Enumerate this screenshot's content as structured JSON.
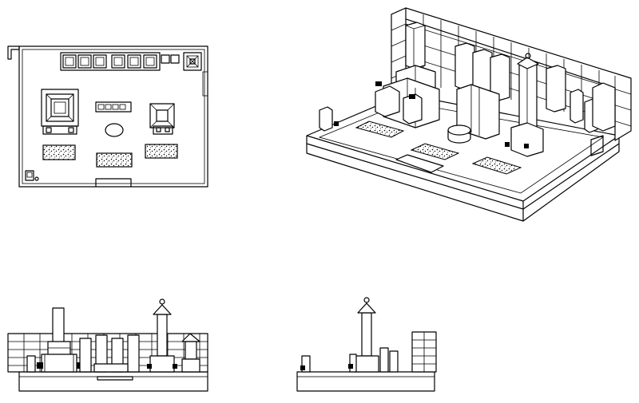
{
  "drawing": {
    "views": [
      {
        "id": "plan",
        "kind": "top plan view"
      },
      {
        "id": "isometric",
        "kind": "3D perspective view"
      },
      {
        "id": "front",
        "kind": "front elevation"
      },
      {
        "id": "side",
        "kind": "side elevation"
      }
    ],
    "line_color": "#000000",
    "background": "#ffffff"
  }
}
